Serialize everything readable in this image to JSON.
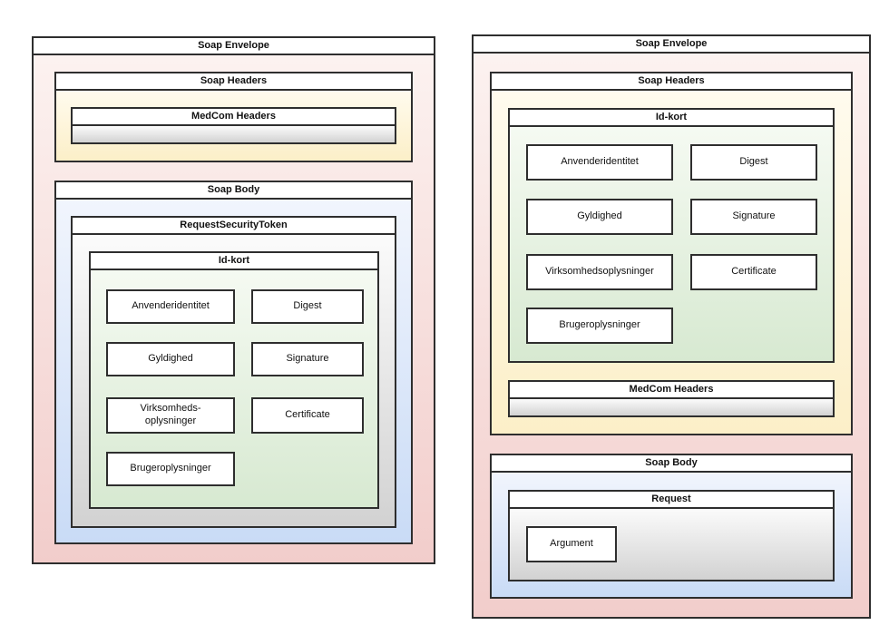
{
  "colors": {
    "border": "#2e2e2e",
    "envelope_tint_top": "#fcf2f0",
    "envelope_tint_bottom": "#f2cdcb",
    "headers_tint_top": "#fffbee",
    "headers_tint_bottom": "#fcefc8",
    "body_tint_top": "#f1f5fd",
    "body_tint_bottom": "#c9dbf6",
    "idcard_tint_top": "#f5faf2",
    "idcard_tint_bottom": "#d7e9d1",
    "gray_tint_top": "#fbfbfb",
    "gray_tint_bottom": "#d2d2d2",
    "title_bar_background": "#ffffff",
    "leaf_background": "#ffffff"
  },
  "left_diagram": {
    "envelope_title": "Soap Envelope",
    "headers_title": "Soap Headers",
    "medcom_title": "MedCom Headers",
    "body_title": "Soap Body",
    "token_title": "RequestSecurityToken",
    "idcard_title": "Id-kort",
    "idcard_fields": [
      "Anvenderidentitet",
      "Digest",
      "Gyldighed",
      "Signature",
      "Virksomheds-\noplysninger",
      "Certificate",
      "Brugeroplysninger"
    ]
  },
  "right_diagram": {
    "envelope_title": "Soap Envelope",
    "headers_title": "Soap Headers",
    "idcard_title": "Id-kort",
    "idcard_fields": [
      "Anvenderidentitet",
      "Digest",
      "Gyldighed",
      "Signature",
      "Virksomhedsoplysninger",
      "Certificate",
      "Brugeroplysninger"
    ],
    "medcom_title": "MedCom Headers",
    "body_title": "Soap Body",
    "request_title": "Request",
    "argument_label": "Argument"
  }
}
